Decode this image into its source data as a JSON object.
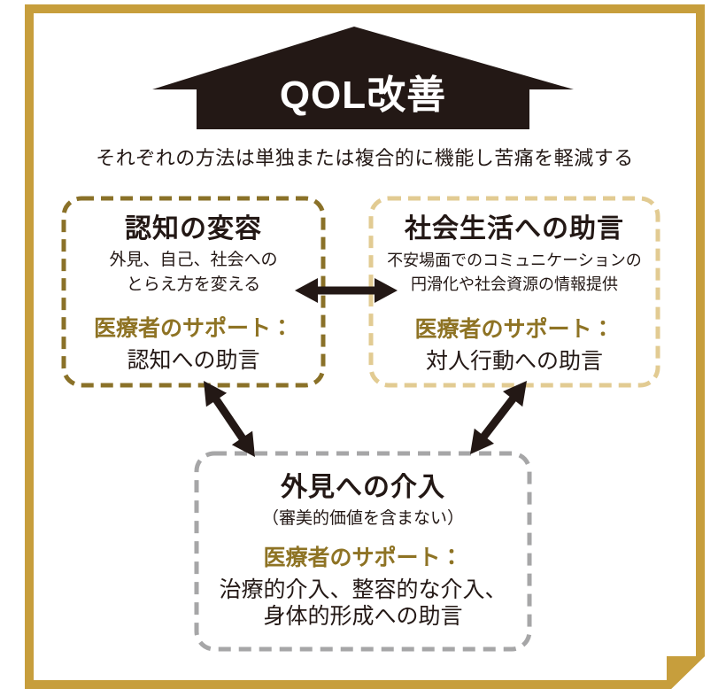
{
  "banner": {
    "title": "QOL改善"
  },
  "subtitle": "それぞれの方法は単独または複合的に機能し苦痛を軽減する",
  "boxes": {
    "cognition": {
      "title": "認知の変容",
      "description_lines": [
        "外見、自己、社会への",
        "とらえ方を変える"
      ],
      "support_label": "医療者のサポート：",
      "support_lines": [
        "認知への助言"
      ]
    },
    "social": {
      "title": "社会生活への助言",
      "description_lines": [
        "不安場面でのコミュニケーションの",
        "円滑化や社会資源の情報提供"
      ],
      "support_label": "医療者のサポート：",
      "support_lines": [
        "対人行動への助言"
      ]
    },
    "appearance": {
      "title": "外見への介入",
      "description_lines": [
        "（審美的価値を含まない）"
      ],
      "support_label": "医療者のサポート：",
      "support_lines": [
        "治療的介入、整容的な介入、",
        "身体的形成への助言"
      ]
    }
  },
  "icons": {
    "banner_shape": "up-arrow-house-shape",
    "link_cognition_social": "horizontal-double-headed-arrow",
    "link_cognition_appearance": "diagonal-double-headed-arrow",
    "link_social_appearance": "diagonal-double-headed-arrow",
    "corner": "folded-page-corner"
  },
  "colors": {
    "ink_black": "#231815",
    "frame_gold": "#c79e3c",
    "cognition_border": "#8a7128",
    "social_border": "#e2cb92",
    "appearance_border": "#a6a6a7",
    "support_label_gold": "#8e7324",
    "banner_text": "#ffffff",
    "background": "#ffffff"
  }
}
